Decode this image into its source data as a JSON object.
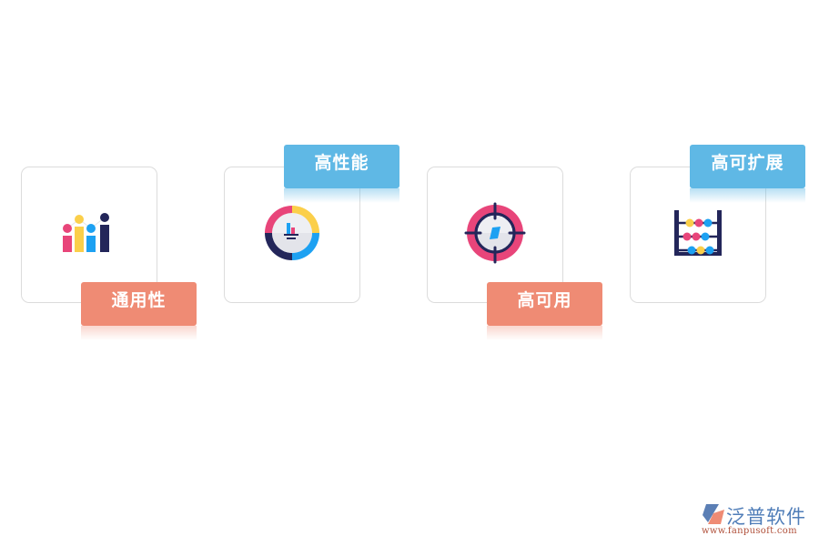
{
  "features": [
    {
      "label": "通用性",
      "icon": "bar-chart-icon",
      "tag_color": "#ef8b74",
      "tag_position": "bottom-right"
    },
    {
      "label": "高性能",
      "icon": "gauge-dial-icon",
      "tag_color": "#5fb8e5",
      "tag_position": "top-right"
    },
    {
      "label": "高可用",
      "icon": "crosshair-target-icon",
      "tag_color": "#ef8b74",
      "tag_position": "bottom-right"
    },
    {
      "label": "高可扩展",
      "icon": "abacus-icon",
      "tag_color": "#5fb8e5",
      "tag_position": "top-right"
    }
  ],
  "logo": {
    "brand": "泛普软件",
    "url": "www.fanpusoft.com"
  },
  "colors": {
    "orange": "#ef8b74",
    "blue": "#5fb8e5",
    "pink": "#e8457a",
    "yellow": "#fbcf4a",
    "sky": "#1da1f2",
    "navy": "#23265a"
  }
}
